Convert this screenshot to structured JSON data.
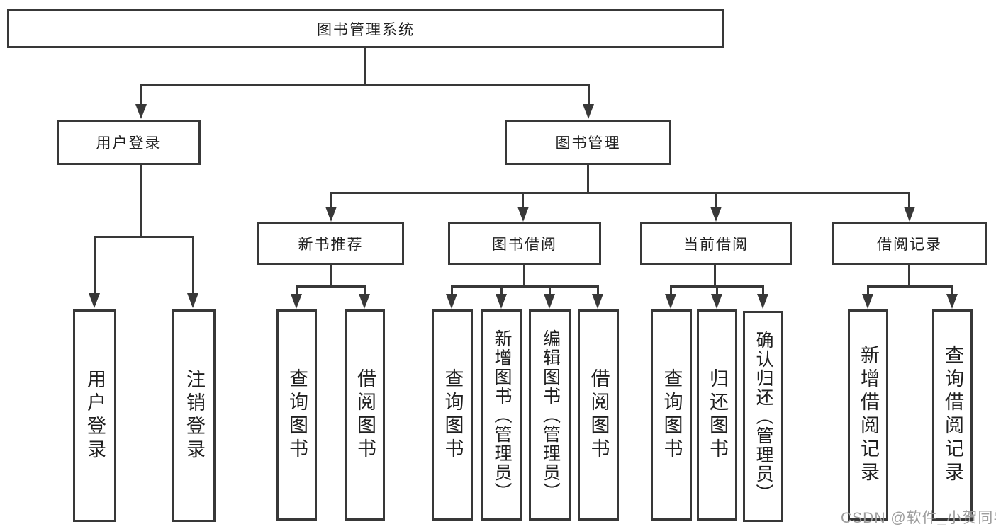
{
  "page": {
    "background": "#ffffff"
  },
  "colors": {
    "line": "#383838",
    "text": "#1f1f1f",
    "watermark": "#9d9d9d"
  },
  "watermark": "CSDN @软件_小贺同学",
  "tree": {
    "root": {
      "label": "图书管理系统"
    },
    "branches": [
      {
        "label": "用户登录",
        "children": [
          {
            "label": "用户登录"
          },
          {
            "label": "注销登录"
          }
        ]
      },
      {
        "label": "图书管理",
        "children": [
          {
            "label": "新书推荐",
            "children": [
              {
                "label": "查询图书"
              },
              {
                "label": "借阅图书"
              }
            ]
          },
          {
            "label": "图书借阅",
            "children": [
              {
                "label": "查询图书"
              },
              {
                "label": "新增图书（管理员）"
              },
              {
                "label": "编辑图书（管理员）"
              },
              {
                "label": "借阅图书"
              }
            ]
          },
          {
            "label": "当前借阅",
            "children": [
              {
                "label": "查询图书"
              },
              {
                "label": "归还图书"
              },
              {
                "label": "确认归还（管理员）"
              }
            ]
          },
          {
            "label": "借阅记录",
            "children": [
              {
                "label": "新增借阅记录"
              },
              {
                "label": "查询借阅记录"
              }
            ]
          }
        ]
      }
    ]
  }
}
